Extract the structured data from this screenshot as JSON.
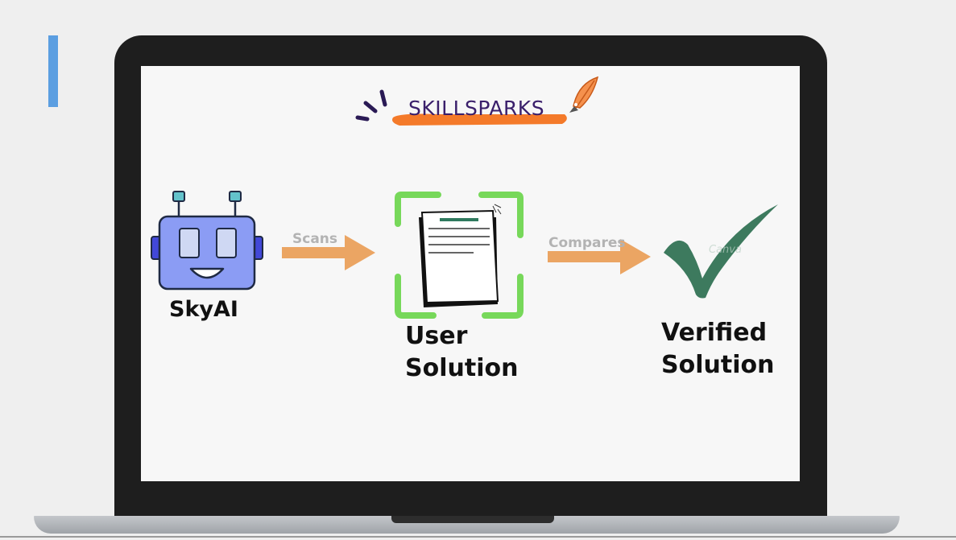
{
  "brand": {
    "name": "SKILLSPARKS"
  },
  "nodes": {
    "skyai": {
      "label": "SkyAI"
    },
    "user_solution": {
      "line1": "User",
      "line2": "Solution"
    },
    "verified_solution": {
      "line1": "Verified",
      "line2": "Solution"
    }
  },
  "edges": {
    "scans": {
      "label": "Scans"
    },
    "compares": {
      "label": "Compares"
    }
  },
  "watermark": {
    "text": "Canva"
  },
  "colors": {
    "accent_bar": "#5b9ee1",
    "arrow": "#eba563",
    "robot_body": "#8b9cf4",
    "frame_green": "#77d85a",
    "checkmark": "#3d7a5e",
    "brand_underline": "#f47a2a",
    "brand_text": "#3a1f6b"
  }
}
